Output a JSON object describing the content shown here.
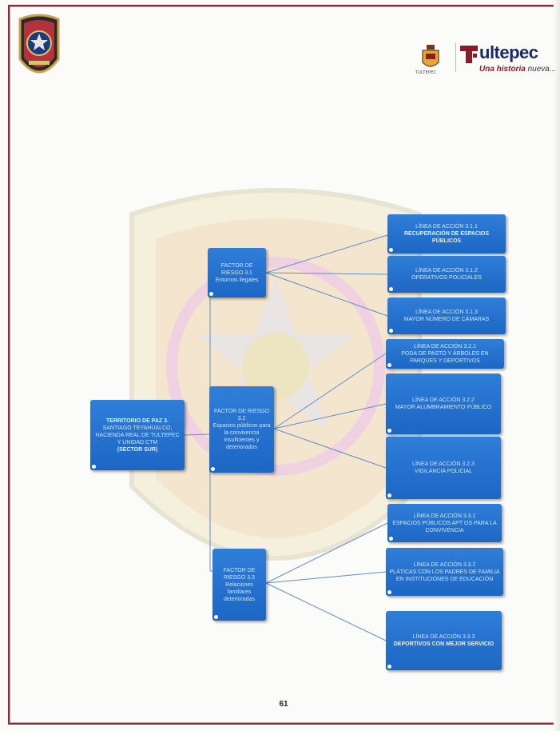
{
  "root": {
    "title": "TERRITORIO DE PAZ 3.",
    "description": "SANTIAGO TEYAHUALCO, HACIENDA REAL DE TULTEPEC Y UNIDAD CTM",
    "sector": "(SECTOR SUR)"
  },
  "factors": [
    {
      "title": "FACTOR DE RIESGO 3.1",
      "description": "Entornos ilegales"
    },
    {
      "title": "FACTOR DE RIESGO 3.2",
      "description": "Espacios públicos para la convivencia insuficientes y deteriorados"
    },
    {
      "title": "FACTOR DE RIESGO 3.3",
      "description": "Relaciones familiares deterioradas"
    }
  ],
  "actions": [
    {
      "title": "LÍNEA DE ACCIÓN 3.1.1",
      "description": "RECUPERACIÓN DE ESPACIOS PÚBLICOS"
    },
    {
      "title": "LÍNEA DE ACCIÓN 3.1.2",
      "description": "OPERATIVOS POLICIALES"
    },
    {
      "title": "LÍNEA DE ACCIÓN 3.1.3",
      "description": "MAYOR NÚMERO DE CÁMARAS"
    },
    {
      "title": "LÍNEA DE ACCIÓN 3.2.1",
      "description": "PODA DE PASTO Y ÁRBOLES EN PARQUES Y DEPORTIVOS"
    },
    {
      "title": "LÍNEA DE ACCIÓN 3.2.2",
      "description": "MAYOR ALUMBRAMIENTO PÚBLICO"
    },
    {
      "title": "LÍNEA DE ACCIÓN 3.2.3",
      "description": "VIGILANCIA POLICIAL"
    },
    {
      "title": "LÍNEA DE ACCIÓN 3.3.1",
      "description": "ESPACIOS PÚBLICOS APT OS PARA LA CONVIVENCIA"
    },
    {
      "title": "LÍNEA DE ACCIÓN 3.3.2",
      "description": "PLÁTICAS CON LOS PADRES DE FAMILIA EN INSTITUCIONES DE EDUCACIÓN"
    },
    {
      "title": "LÍNEA DE ACCIÓN 3.3.3",
      "description": "DEPORTIVOS CON MEJOR SERVICIO"
    }
  ],
  "logo": {
    "name": "ultepec",
    "tagline_em": "Una historia",
    "tagline_rest": " nueva...",
    "shield_caption": "TULTEPEC"
  },
  "page_number": "61",
  "colors": {
    "node": "#1c67c4",
    "frame": "#8a2b3c",
    "brand": "#1a2a66",
    "accent": "#8a1c2a"
  }
}
